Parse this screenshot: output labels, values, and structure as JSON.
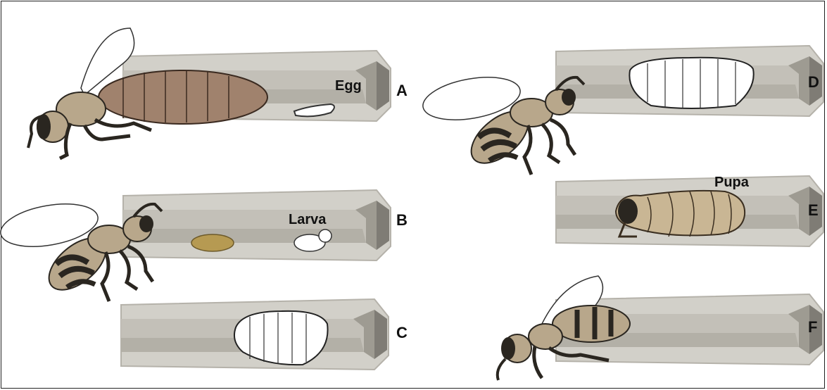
{
  "stage_labels": {
    "egg": "Egg",
    "larva": "Larva",
    "pupa": "Pupa"
  },
  "panels": [
    {
      "id": "A"
    },
    {
      "id": "B"
    },
    {
      "id": "C"
    },
    {
      "id": "D"
    },
    {
      "id": "E"
    },
    {
      "id": "F"
    }
  ],
  "colors": {
    "cell_wall": "#cfcdc6",
    "cell_floor": "#bdbab2",
    "cell_inner": "#a9a69d",
    "bee_body": "#b8a78b",
    "bee_stripe": "#2a2620",
    "queen_abdomen": "#a0826d",
    "larva_white": "#ffffff",
    "pupa_tan": "#c9b694",
    "egg_gold": "#b69a52"
  }
}
